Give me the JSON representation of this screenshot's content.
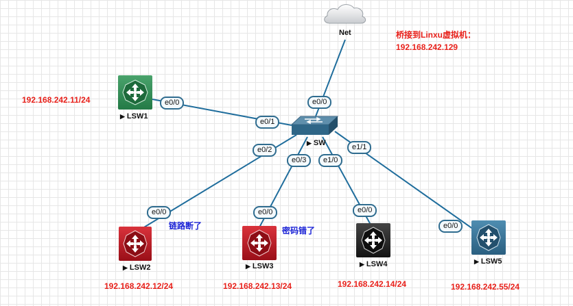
{
  "nodes": {
    "net": {
      "label": "Net"
    },
    "sw": {
      "label": "SW"
    },
    "lsw1": {
      "label": "LSW1"
    },
    "lsw2": {
      "label": "LSW2"
    },
    "lsw3": {
      "label": "LSW3"
    },
    "lsw4": {
      "label": "LSW4"
    },
    "lsw5": {
      "label": "LSW5"
    }
  },
  "ports": {
    "net_e00": "e0/0",
    "lsw1_e00": "e0/0",
    "sw_e01": "e0/1",
    "sw_e02": "e0/2",
    "sw_e03": "e0/3",
    "sw_e10": "e1/0",
    "sw_e11": "e1/1",
    "lsw2_e00": "e0/0",
    "lsw3_e00": "e0/0",
    "lsw4_e00": "e0/0",
    "lsw5_e00": "e0/0"
  },
  "ips": {
    "lsw1": "192.168.242.11/24",
    "lsw2": "192.168.242.12/24",
    "lsw3": "192.168.242.13/24",
    "lsw4": "192.168.242.14/24",
    "lsw5": "192.168.242.55/24"
  },
  "notes": {
    "bridge_line1": "桥接到Linxu虚拟机：",
    "bridge_line2": "192.168.242.129",
    "lsw2_note": "链路断了",
    "lsw3_note": "密码错了"
  },
  "colors": {
    "link": "#1f6d9c",
    "lsw1": "#2e8b57",
    "lsw2": "#b3121c",
    "lsw3": "#b3121c",
    "lsw4": "#222222",
    "lsw5": "#2f6f93",
    "ip_text": "#e8211b",
    "note_blue": "#1a22d6"
  }
}
